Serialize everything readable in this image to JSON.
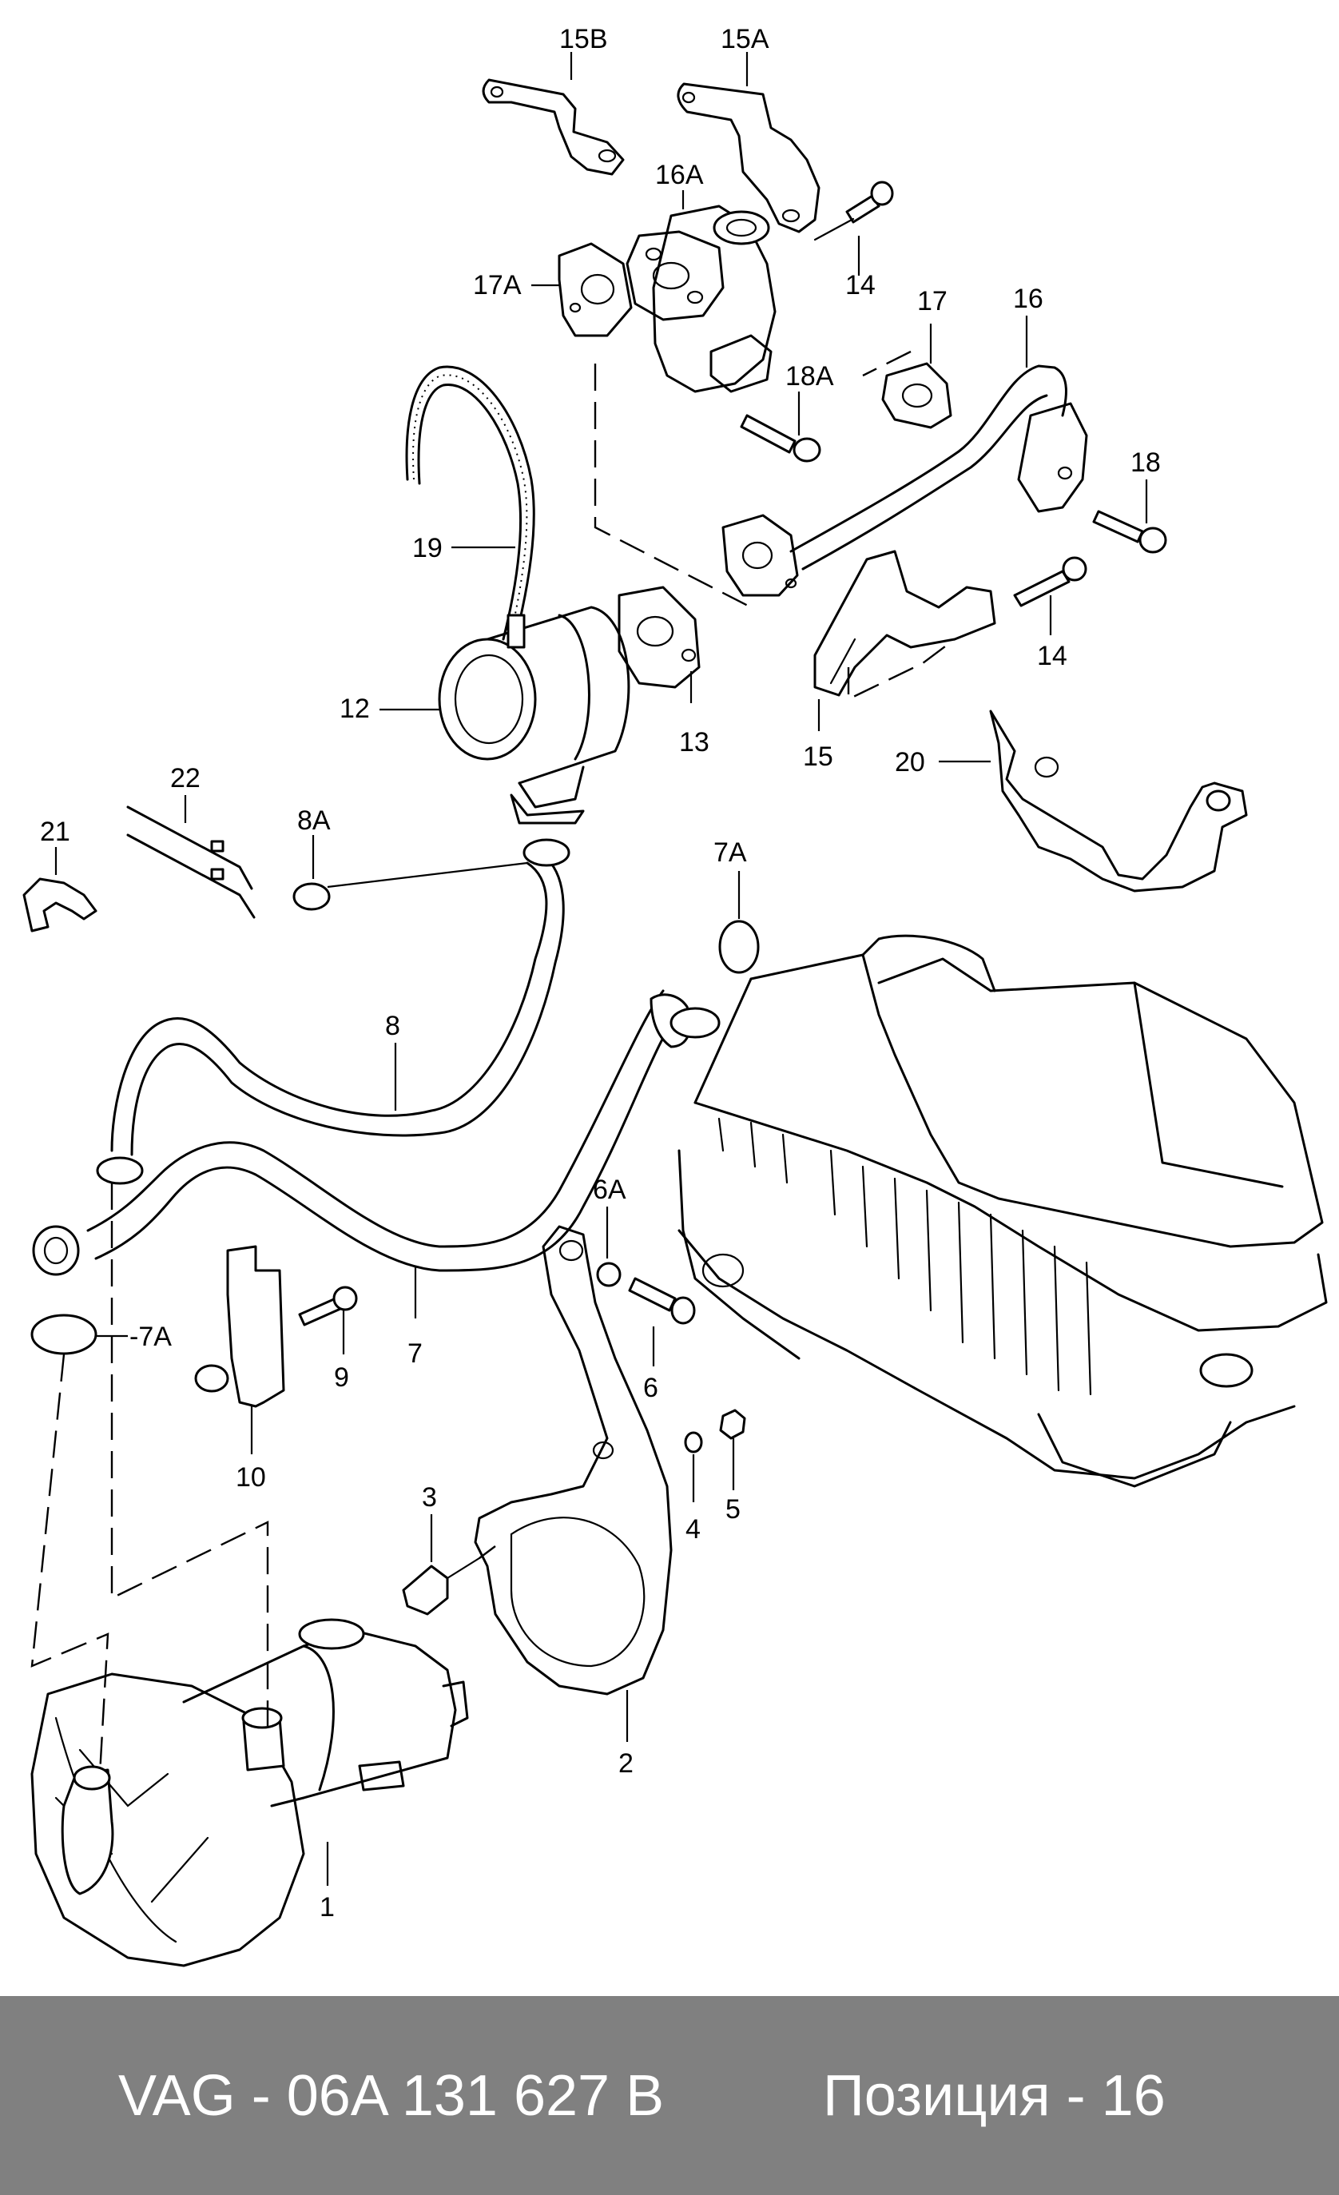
{
  "callouts": {
    "c15B": "15B",
    "c15A": "15A",
    "c16A": "16A",
    "c17A": "17A",
    "c14a": "14",
    "c17": "17",
    "c16": "16",
    "c18A": "18A",
    "c18": "18",
    "c19": "19",
    "c14b": "14",
    "c12": "12",
    "c13": "13",
    "c15": "15",
    "c20": "20",
    "c22": "22",
    "c21": "21",
    "c8A": "8A",
    "c7Aa": "7A",
    "c8": "8",
    "c6A": "6A",
    "c7Ab": "-7A",
    "c9": "9",
    "c7": "7",
    "c6": "6",
    "c10": "10",
    "c3": "3",
    "c4": "4",
    "c5": "5",
    "c2": "2",
    "c1": "1"
  },
  "footer": {
    "part_number": "VAG - 06A 131 627 B",
    "position": "Позиция - 16"
  }
}
